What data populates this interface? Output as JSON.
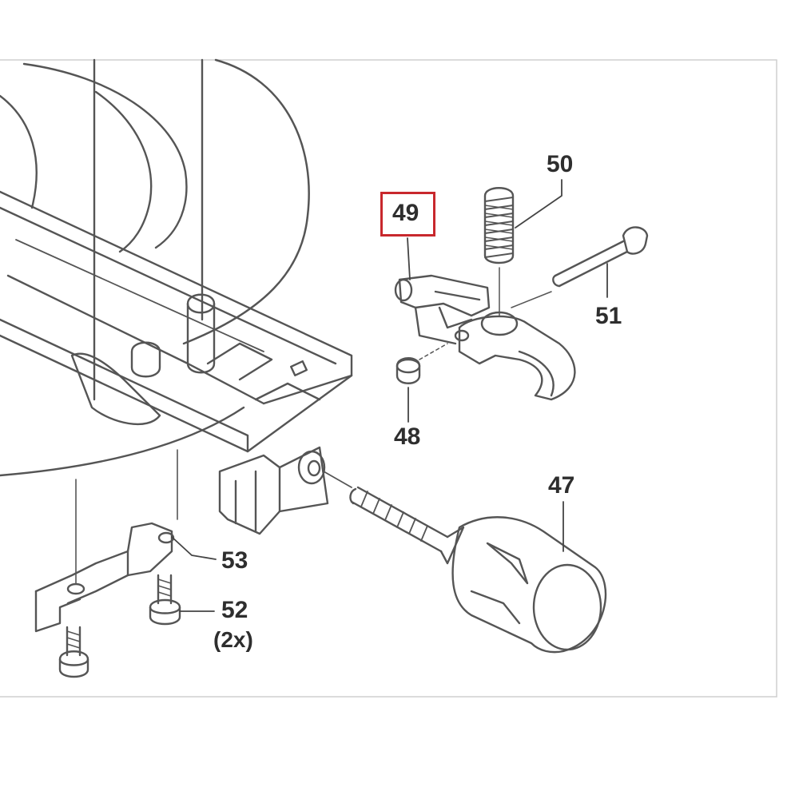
{
  "callouts": {
    "p47": "47",
    "p48": "48",
    "p49": "49",
    "p50": "50",
    "p51": "51",
    "p52": "52",
    "p52_qty": "(2x)",
    "p53": "53"
  },
  "highlighted_part": "49",
  "colors": {
    "line": "#555555",
    "label": "#2e2e2e",
    "highlight": "#c8282d",
    "frame": "#cccccc",
    "part_shade": "#f0f0f0"
  }
}
